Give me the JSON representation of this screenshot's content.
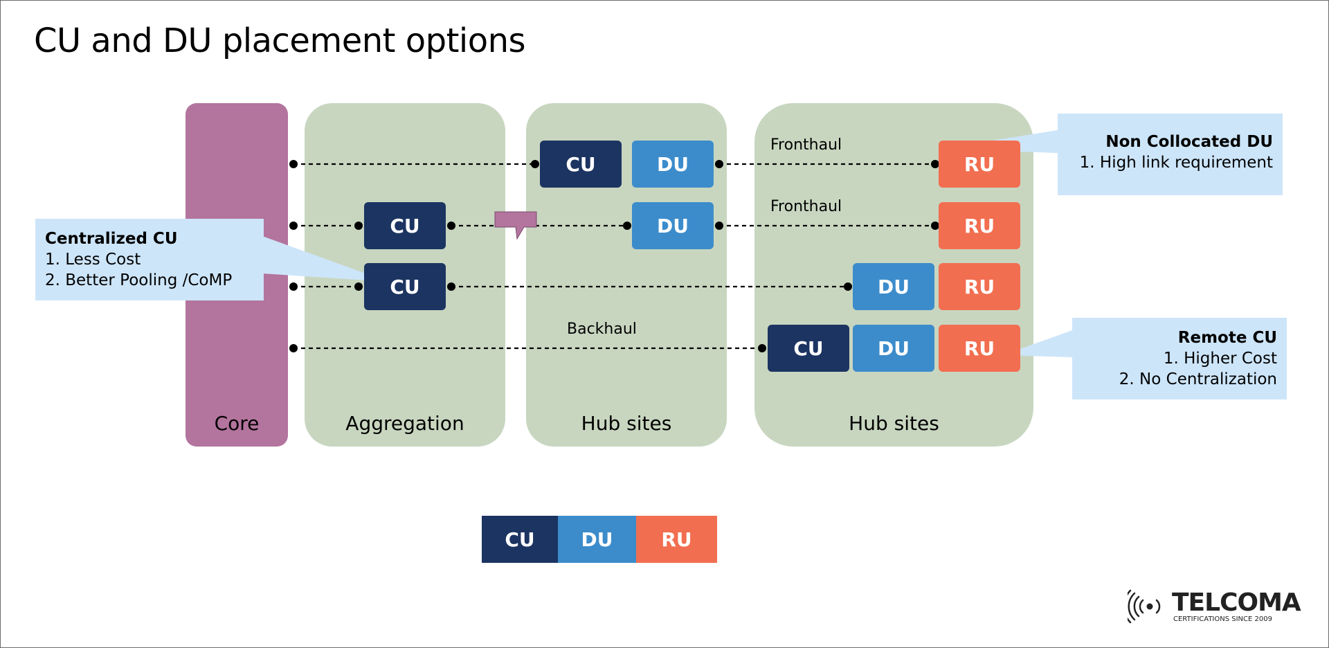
{
  "title": "CU and DU placement options",
  "zones": {
    "core": "Core",
    "aggregation": "Aggregation",
    "hub1": "Hub sites",
    "hub2": "Hub sites"
  },
  "nodes": {
    "cu": "CU",
    "du": "DU",
    "ru": "RU"
  },
  "links": {
    "fronthaul": "Fronthaul",
    "backhaul": "Backhaul"
  },
  "callouts": {
    "centralized": {
      "title": "Centralized CU",
      "line1": "1. Less Cost",
      "line2": "2. Better Pooling /CoMP"
    },
    "non_collocated": {
      "title": "Non Collocated DU",
      "line1": "1. High link requirement"
    },
    "remote": {
      "title": "Remote CU",
      "line1": "1. Higher Cost",
      "line2": "2. No Centralization"
    }
  },
  "legend": {
    "cu": "CU",
    "du": "DU",
    "ru": "RU"
  },
  "logo": {
    "name": "TELCOMA",
    "tagline": "CERTIFICATIONS SINCE 2009"
  },
  "colors": {
    "core": "#b3749e",
    "zone": "#c8d6c0",
    "cu": "#1c3461",
    "du": "#3c8ccb",
    "ru": "#f26e50",
    "callout": "#cde5f9"
  }
}
